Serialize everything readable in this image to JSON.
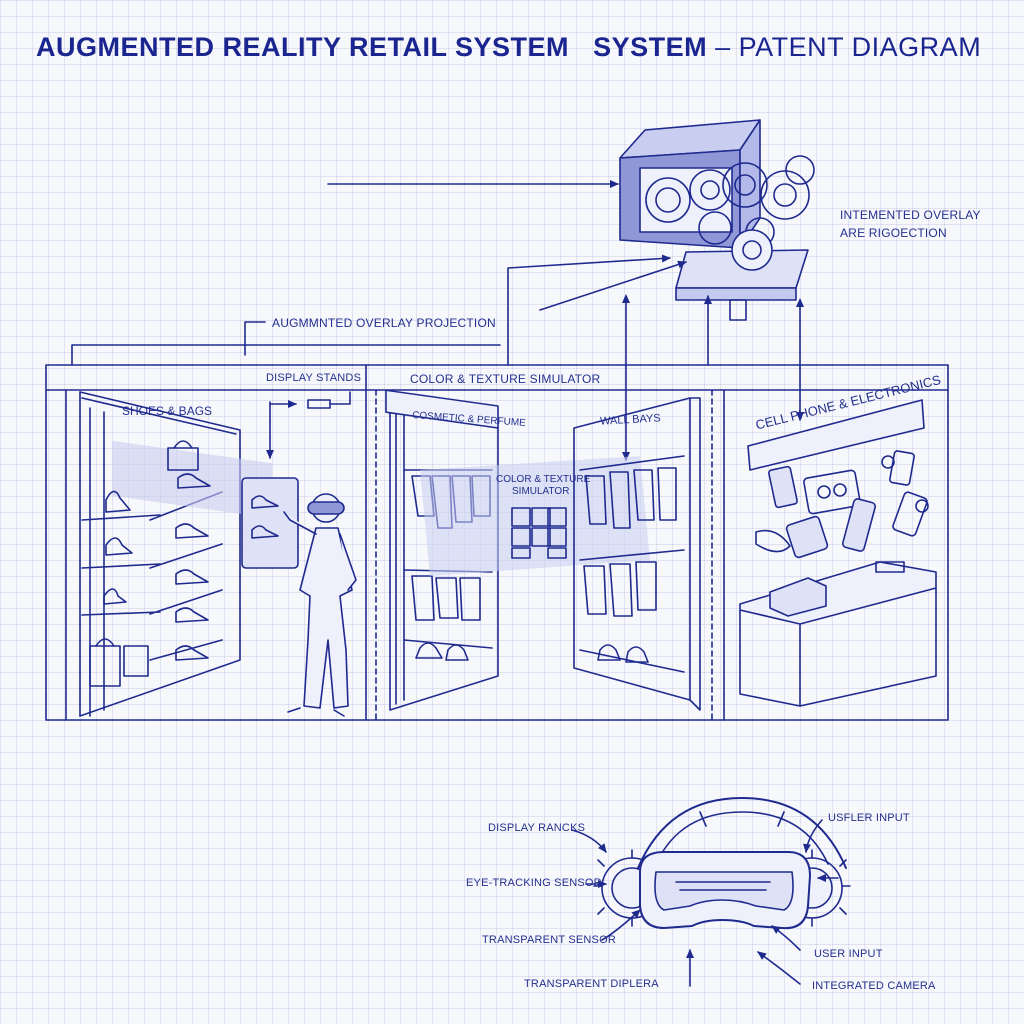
{
  "title": {
    "main": "AUGMENTED REALITY RETAIL SYSTEM",
    "second": "SYSTEM",
    "dash": "–",
    "sub": "PATENT DIAGRAM"
  },
  "labels": {
    "overlay_top_1": "INTEMENTED OVERLAY",
    "overlay_top_2": "ARE RIGOECTION",
    "overlay_projection": "AUGMMNTED OVERLAY PROJECTION",
    "display_stands": "DISPLAY STANDS",
    "color_texture": "COLOR & TEXTURE SIMULATOR",
    "shoes_bags": "SHOES & BAGS",
    "cosmetic": "COSMETIC & PERFUME",
    "color_texture_sim_1": "COLOR & TEXTURE",
    "color_texture_sim_2": "SIMULATOR",
    "wall_bays": "WALL BAYS",
    "cell_phone": "CELL PHONE & ELECTRONICS"
  },
  "headset_labels": {
    "display_racks": "DISPLAY RANCKS",
    "eye_tracking": "EYE-TRACKING SENSOR",
    "transparent_sensor": "TRANSPARENT SENSOR",
    "transparent_display": "TRANSPARENT DIPLERA",
    "user_input_top": "USFLER INPUT",
    "user_input": "USER INPUT",
    "integrated_camera": "INTEGRATED CAMERA"
  }
}
